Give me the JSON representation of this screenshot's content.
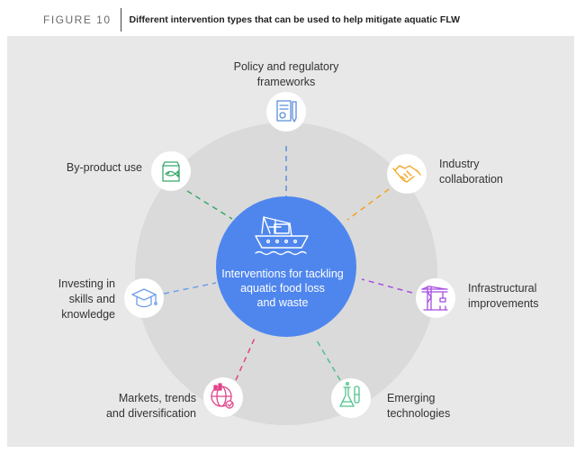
{
  "figure": {
    "number": "FIGURE 10",
    "title": "Different intervention types that can be used to help mitigate aquatic FLW"
  },
  "center": {
    "line1": "Interventions for tackling",
    "line2": "aquatic food loss",
    "line3": "and waste",
    "icon": "fishing-vessel-icon",
    "color": "#4f86ee"
  },
  "nodes": [
    {
      "id": "policy",
      "lines": [
        "Policy and regulatory",
        "frameworks"
      ],
      "icon": "certificate-pen-icon",
      "color": "#5b8fd8"
    },
    {
      "id": "industry",
      "lines": [
        "Industry",
        "collaboration"
      ],
      "icon": "handshake-icon",
      "color": "#f3a21c"
    },
    {
      "id": "infrastructure",
      "lines": [
        "Infrastructural",
        "improvements"
      ],
      "icon": "crane-icon",
      "color": "#a54ee0"
    },
    {
      "id": "emerging",
      "lines": [
        "Emerging",
        "technologies"
      ],
      "icon": "lab-flask-icon",
      "color": "#4dc289"
    },
    {
      "id": "markets",
      "lines": [
        "Markets, trends",
        "and diversification"
      ],
      "icon": "globe-chart-icon",
      "color": "#e0448a"
    },
    {
      "id": "skills",
      "lines": [
        "Investing in",
        "skills and",
        "knowledge"
      ],
      "icon": "graduation-cap-icon",
      "color": "#6d9ee8"
    },
    {
      "id": "byproduct",
      "lines": [
        "By-product use"
      ],
      "icon": "fish-bag-icon",
      "color": "#3aa86b"
    }
  ]
}
